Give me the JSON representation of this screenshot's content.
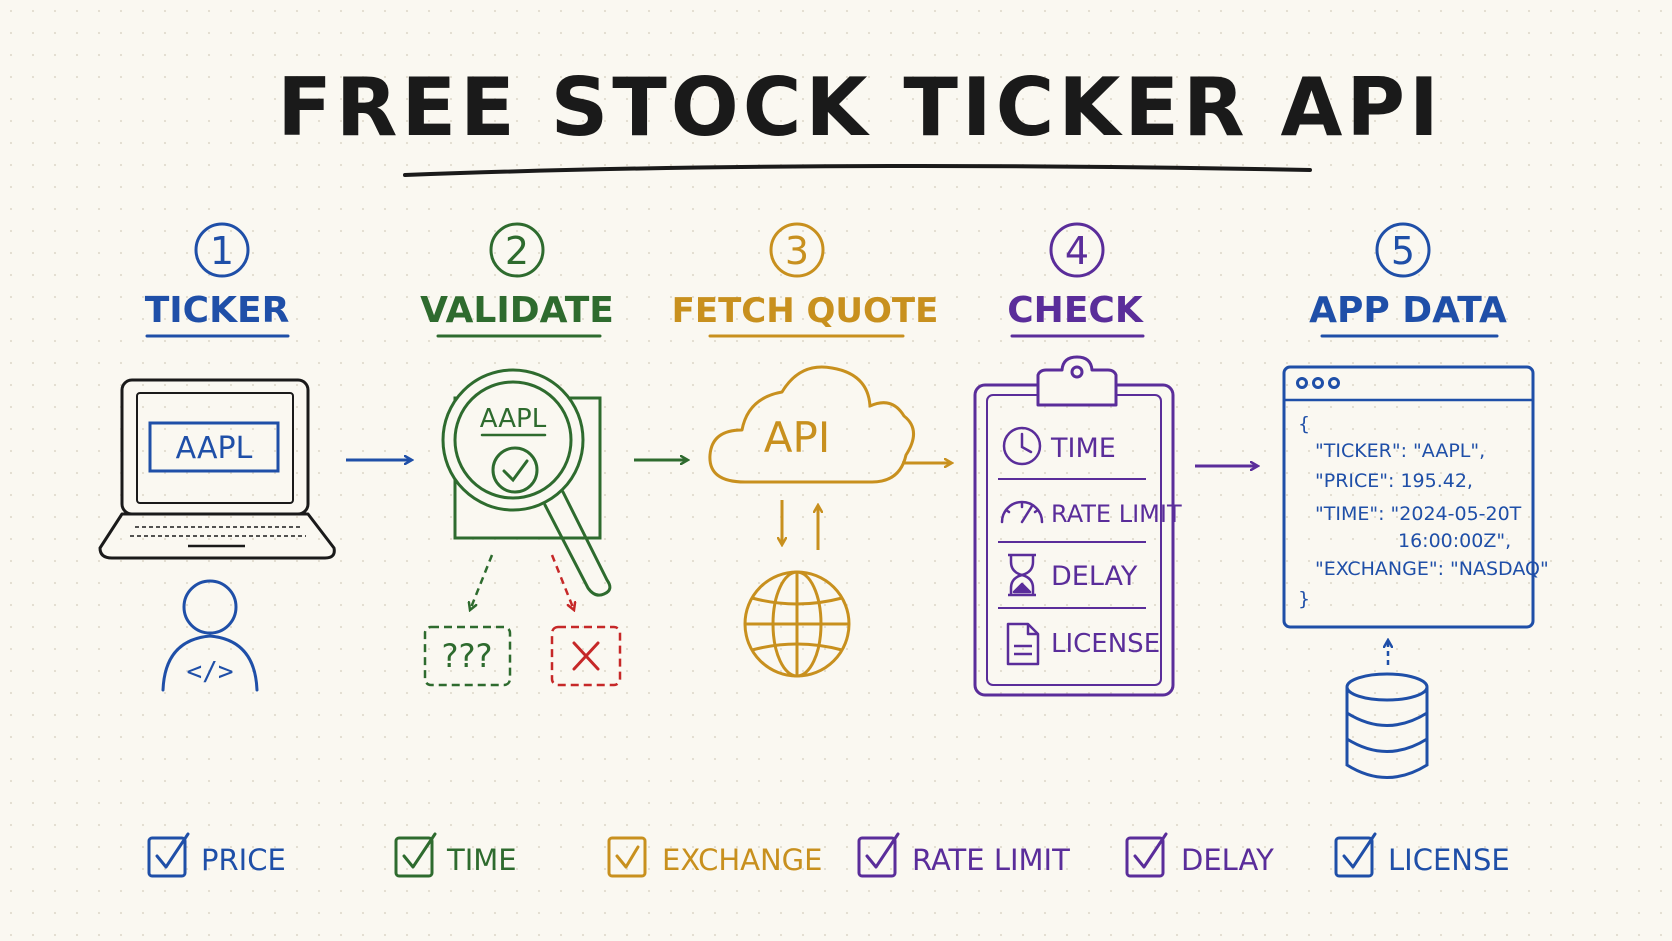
{
  "title": "FREE STOCK TICKER API",
  "colors": {
    "blue": "#1f4fa8",
    "green": "#2e6b2e",
    "orange": "#c8901e",
    "purple": "#5a2d9a",
    "red": "#c62828",
    "ink": "#1a1a1a",
    "background": "#faf8f1"
  },
  "steps": [
    {
      "number": "1",
      "label": "TICKER",
      "color": "blue",
      "icon": "laptop-icon"
    },
    {
      "number": "2",
      "label": "VALIDATE",
      "color": "green",
      "icon": "magnifier-icon"
    },
    {
      "number": "3",
      "label": "FETCH QUOTE",
      "color": "orange",
      "icon": "cloud-icon"
    },
    {
      "number": "4",
      "label": "CHECK",
      "color": "purple",
      "icon": "clipboard-icon"
    },
    {
      "number": "5",
      "label": "APP DATA",
      "color": "blue",
      "icon": "browser-window-icon"
    }
  ],
  "laptop": {
    "screen_text": "AAPL",
    "developer_icon": "code-user-icon",
    "developer_glyph": "</>"
  },
  "validate": {
    "doc_text": "AAPL",
    "unknown_text": "???",
    "error_icon": "x-icon"
  },
  "fetch": {
    "cloud_text": "API",
    "network_icon": "globe-icon"
  },
  "checklist": [
    {
      "label": "TIME",
      "icon": "clock-icon"
    },
    {
      "label": "RATE LIMIT",
      "icon": "speedometer-icon"
    },
    {
      "label": "DELAY",
      "icon": "hourglass-icon"
    },
    {
      "label": "LICENSE",
      "icon": "document-icon"
    }
  ],
  "json_output": {
    "lines": [
      "{",
      "\"TICKER\": \"AAPL\",",
      "\"PRICE\": 195.42,",
      "\"TIME\": \"2024-05-20T",
      "16:00:00Z\",",
      "\"EXCHANGE\": \"NASDAQ\"",
      "}"
    ],
    "source_icon": "database-icon"
  },
  "features": [
    {
      "label": "PRICE",
      "color": "blue"
    },
    {
      "label": "TIME",
      "color": "green"
    },
    {
      "label": "EXCHANGE",
      "color": "orange"
    },
    {
      "label": "RATE LIMIT",
      "color": "purple"
    },
    {
      "label": "DELAY",
      "color": "purple"
    },
    {
      "label": "LICENSE",
      "color": "blue"
    }
  ]
}
